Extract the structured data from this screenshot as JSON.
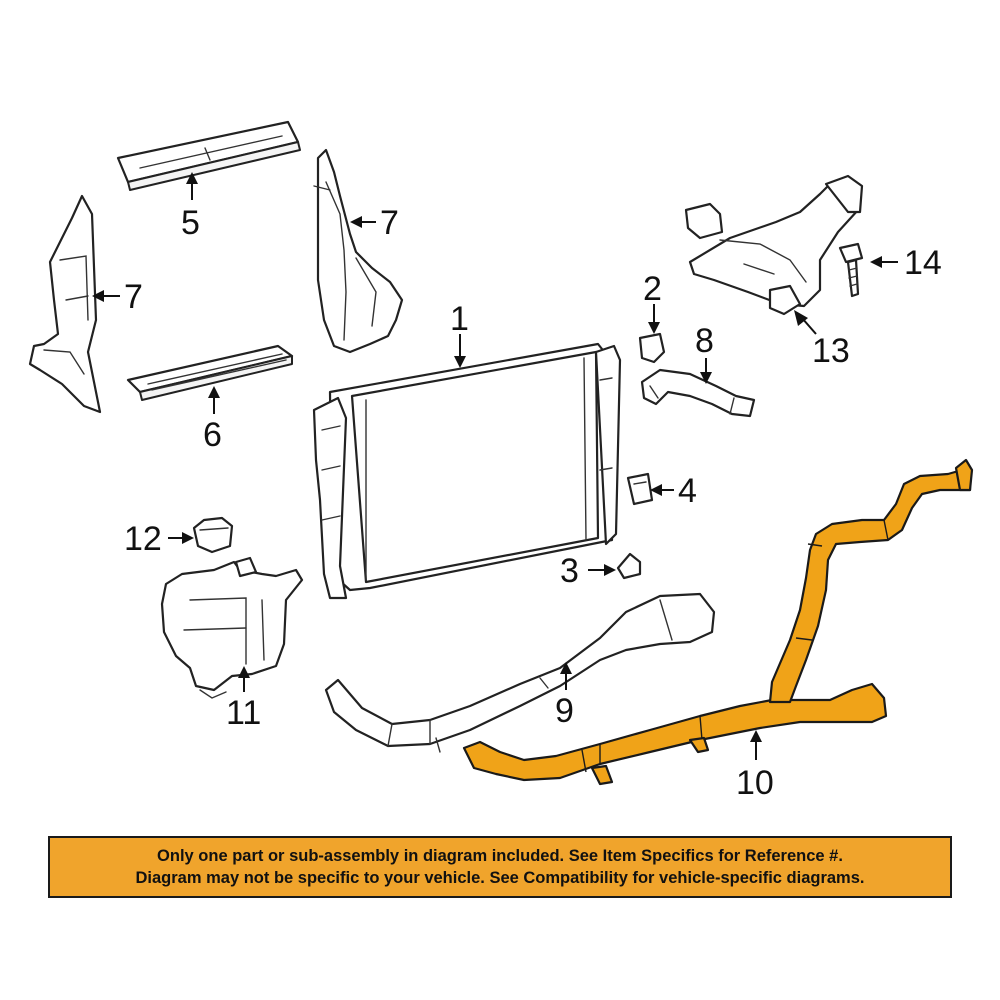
{
  "callouts": {
    "c1": "1",
    "c2": "2",
    "c3": "3",
    "c4": "4",
    "c5": "5",
    "c6": "6",
    "c7a": "7",
    "c7b": "7",
    "c8": "8",
    "c9": "9",
    "c10": "10",
    "c11": "11",
    "c12": "12",
    "c13": "13",
    "c14": "14"
  },
  "notice": {
    "line1": "Only one part or sub-assembly in diagram included. See Item Specifics for Reference #.",
    "line2": "Diagram may not be specific to your vehicle. See Compatibility for vehicle-specific diagrams."
  },
  "colors": {
    "highlight": "#f0a318",
    "notice_background": "#f0a42c",
    "line": "#222222"
  }
}
